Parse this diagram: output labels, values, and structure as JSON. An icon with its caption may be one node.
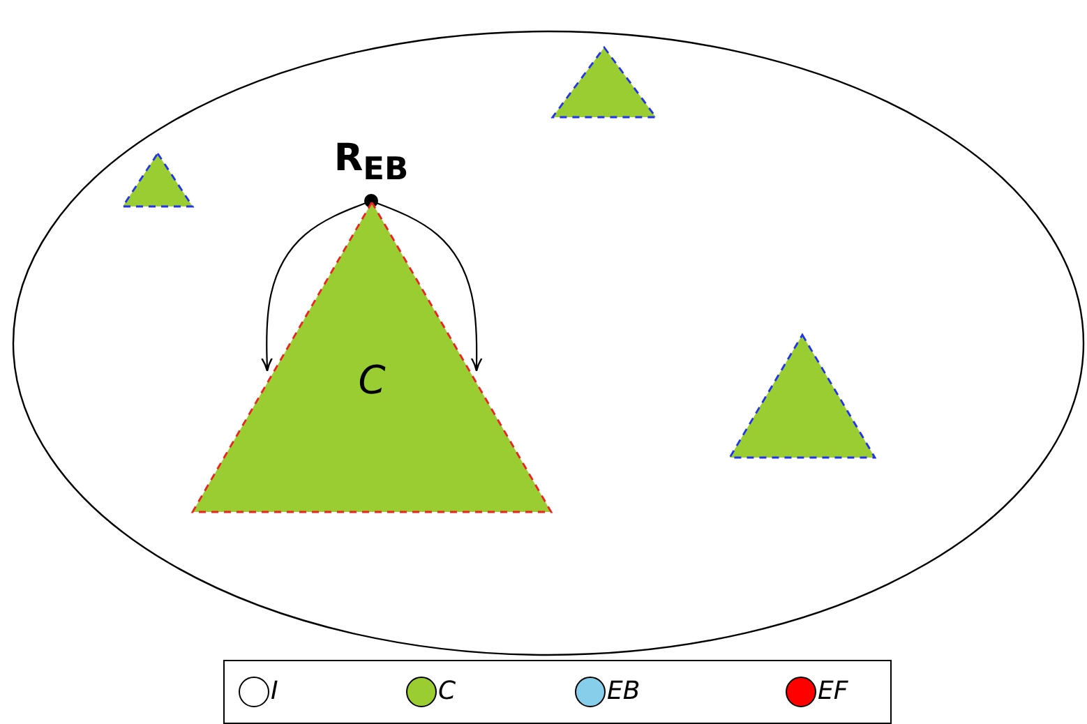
{
  "diagram": {
    "nodes": [
      {
        "text": [],
        "shape": "ellipse"
      },
      {
        "text": [],
        "shape": "triangle",
        "in": 0
      },
      {
        "text": [],
        "shape": "triangle",
        "in": 0
      },
      {
        "text": [
          "R$_{EB}$"
        ],
        "in": 0
      },
      {
        "text": [
          "C"
        ],
        "in": 0
      },
      {
        "text": [],
        "shape": "triangle",
        "in": 0
      }
    ],
    "edges": [
      {
        "from": 3,
        "to": 4,
        "arrow": "to"
      },
      {
        "from": 3,
        "to": 4,
        "arrow": "to"
      }
    ],
    "legend": [
      {
        "text": "I",
        "color": "#ffffff"
      },
      {
        "text": "C",
        "color": "#9acd32"
      },
      {
        "text": "EB",
        "color": "#87ceeb"
      },
      {
        "text": "EF",
        "color": "#ff0000"
      }
    ]
  }
}
